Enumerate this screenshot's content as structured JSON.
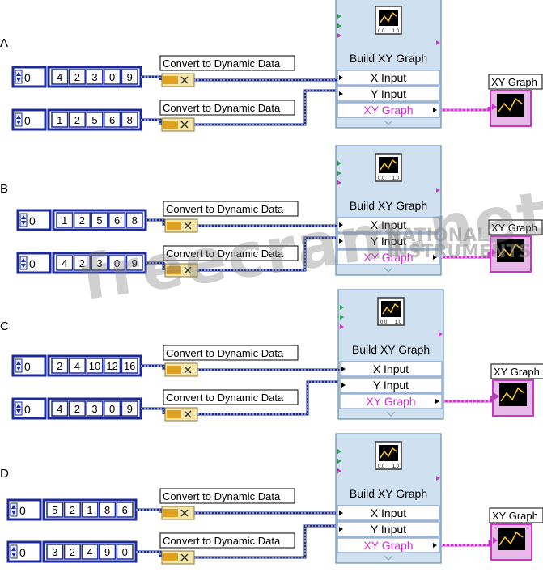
{
  "node_labels": {
    "convert": "Convert to Dynamic Data",
    "build": "Build XY Graph",
    "x_input": "X Input",
    "y_input": "Y Input",
    "xy_graph": "XY Graph",
    "graph_indicator": "XY Graph",
    "index": "0"
  },
  "options": [
    {
      "letter": "A",
      "top_array": [
        "4",
        "2",
        "3",
        "0",
        "9"
      ],
      "bottom_array": [
        "1",
        "2",
        "5",
        "6",
        "8"
      ]
    },
    {
      "letter": "B",
      "top_array": [
        "1",
        "2",
        "5",
        "6",
        "8"
      ],
      "bottom_array": [
        "4",
        "2",
        "3",
        "0",
        "9"
      ]
    },
    {
      "letter": "C",
      "top_array": [
        "2",
        "4",
        "10",
        "12",
        "16"
      ],
      "bottom_array": [
        "4",
        "2",
        "3",
        "0",
        "9"
      ]
    },
    {
      "letter": "D",
      "top_array": [
        "5",
        "2",
        "1",
        "8",
        "6"
      ],
      "bottom_array": [
        "3",
        "2",
        "4",
        "9",
        "0"
      ]
    }
  ],
  "watermark": {
    "site": "freecram.net",
    "brand_line1": "NATIONAL",
    "brand_line2": "INSTRUMENTS"
  },
  "colors": {
    "wire_blue": "#1a2a8c",
    "wire_pink": "#cc33cc",
    "node_fill": "#cfe0f0",
    "array_blue": "#1c2a9a"
  }
}
